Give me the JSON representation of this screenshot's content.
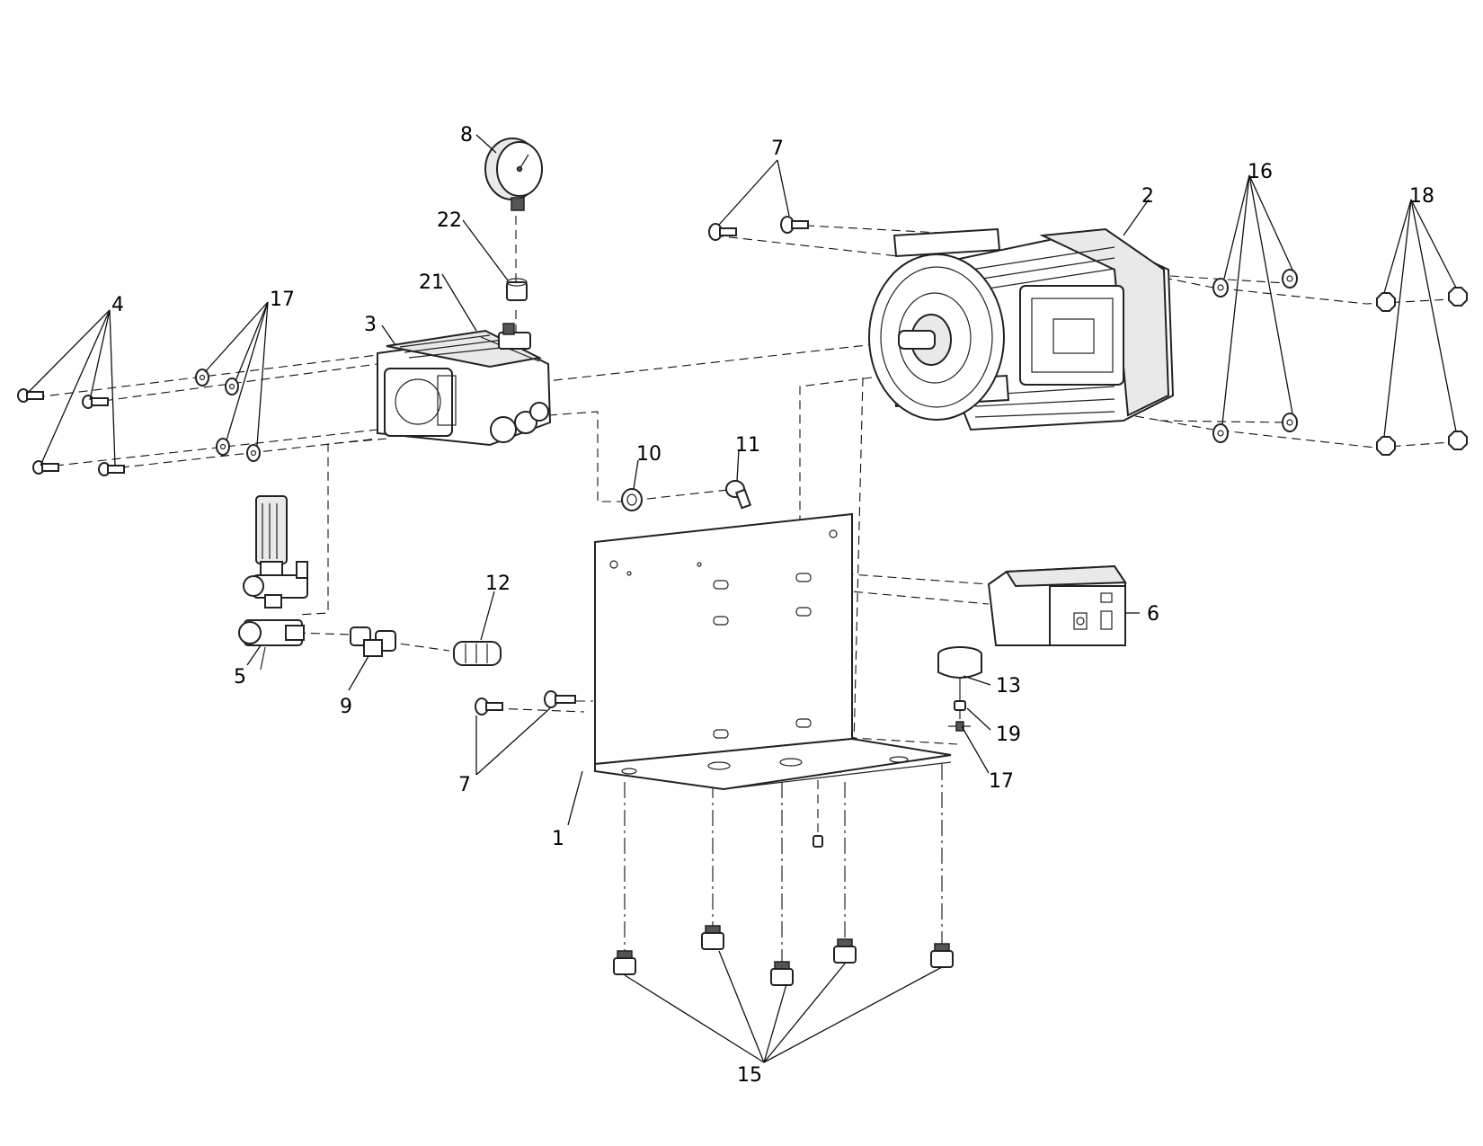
{
  "callouts": {
    "c1": "1",
    "c2": "2",
    "c3": "3",
    "c4": "4",
    "c5": "5",
    "c6": "6",
    "c7a": "7",
    "c7b": "7",
    "c8": "8",
    "c9": "9",
    "c10": "10",
    "c11": "11",
    "c12": "12",
    "c13": "13",
    "c15": "15",
    "c16": "16",
    "c17a": "17",
    "c17b": "17",
    "c18": "18",
    "c19": "19",
    "c21": "21",
    "c22": "22"
  }
}
